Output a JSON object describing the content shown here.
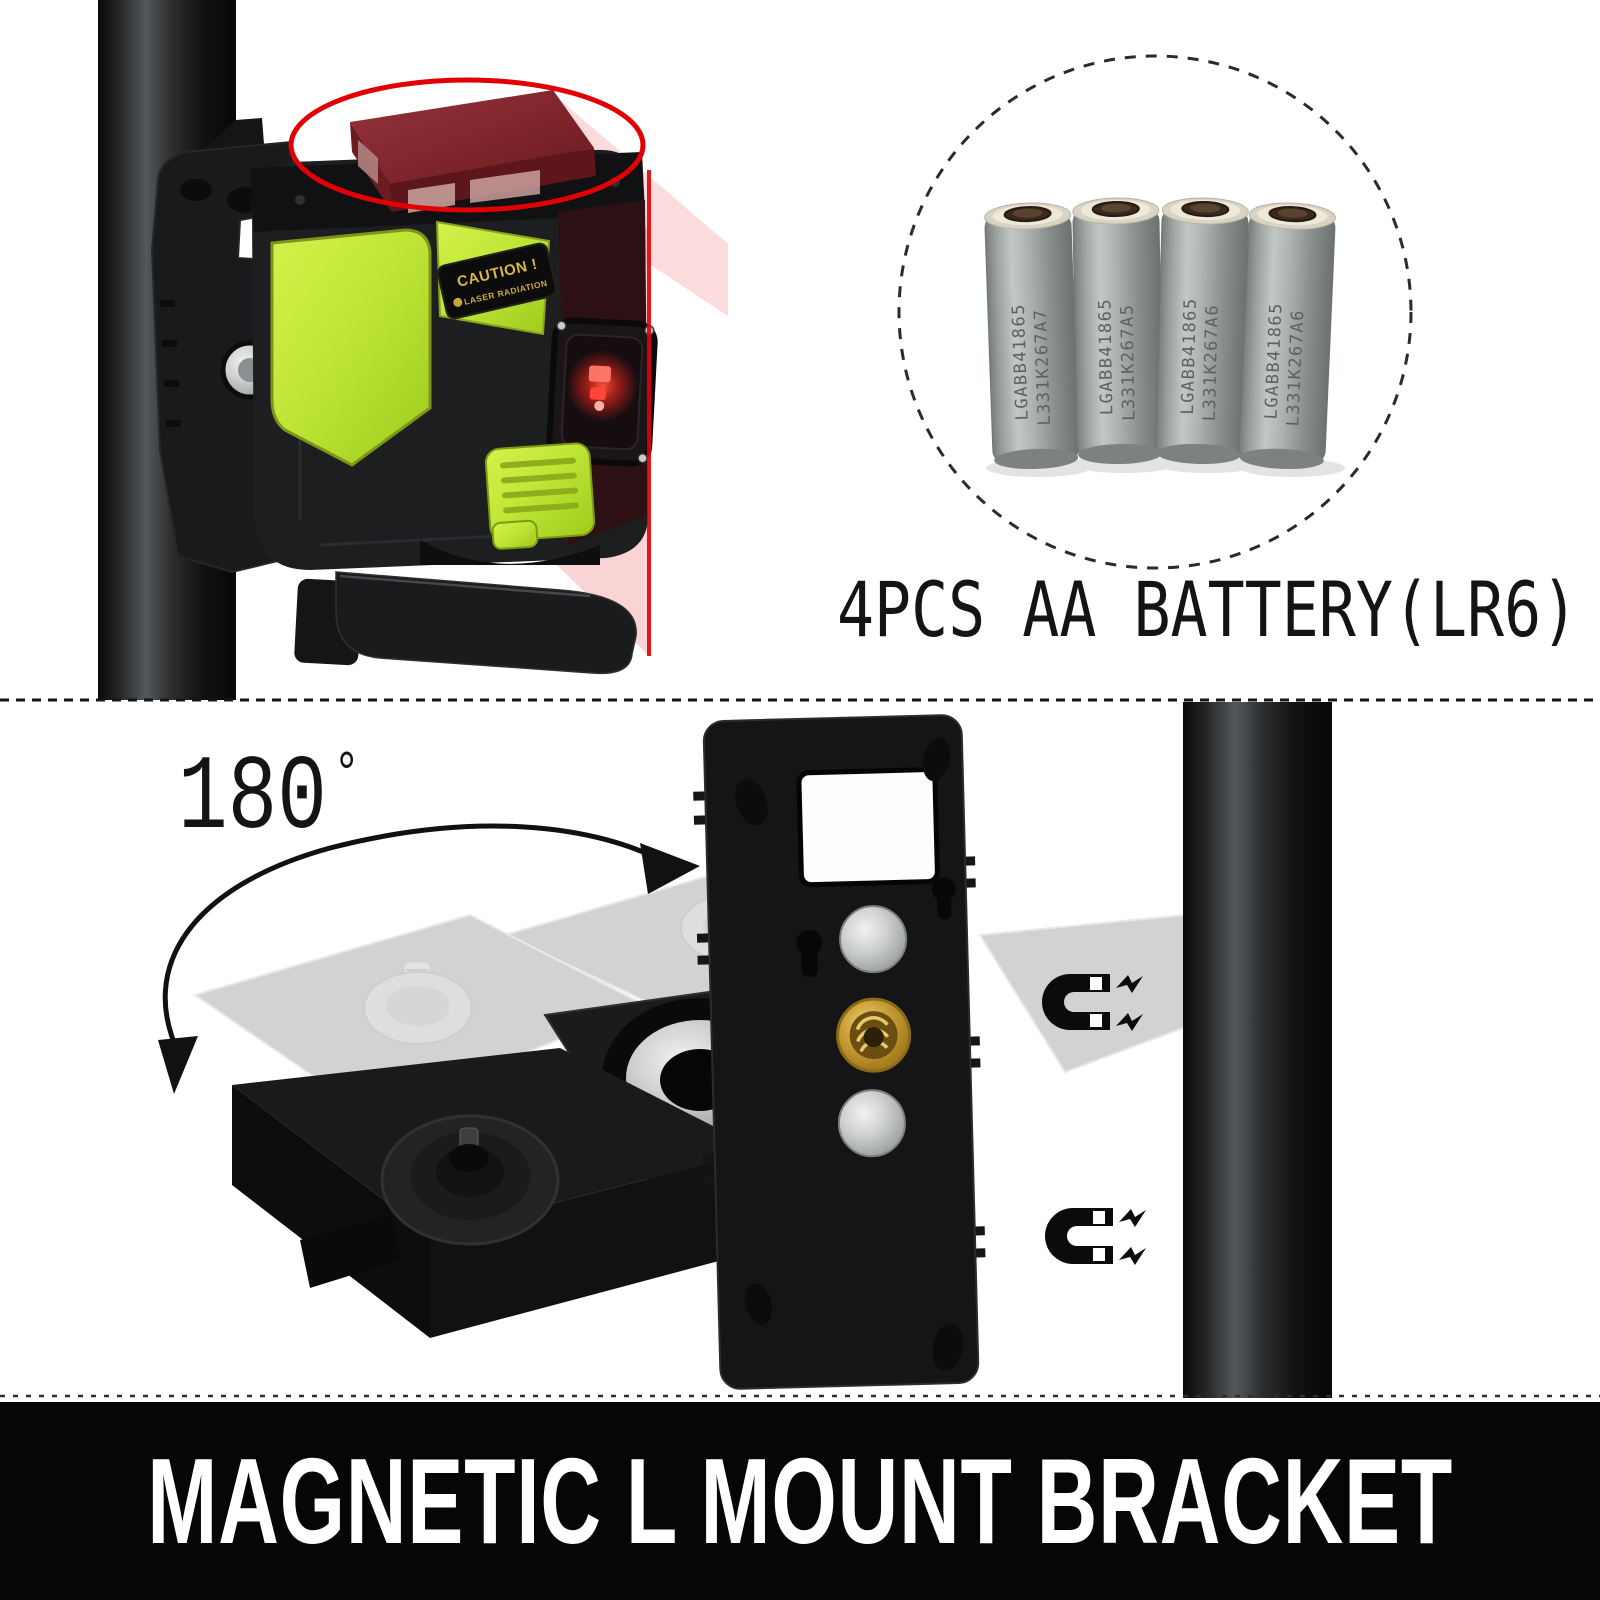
{
  "top_section": {
    "device": {
      "caution_label": {
        "line1": "CAUTION !",
        "line2": "LASER RADIATION"
      }
    },
    "battery_caption": "4PCS AA BATTERY(LR6)",
    "batteries": [
      {
        "code1": "LGABB41865",
        "code2": "L331K267A7"
      },
      {
        "code1": "LGABB41865",
        "code2": "L331K267A5"
      },
      {
        "code1": "LGABB41865",
        "code2": "L331K267A6"
      },
      {
        "code1": "LGABB41865",
        "code2": "L331K267A6"
      }
    ]
  },
  "bottom_section": {
    "rotation_value": "180",
    "degree_symbol": "°"
  },
  "banner": {
    "title": "MAGNETIC L MOUNT BRACKET"
  },
  "icons": {
    "magnet_icon": "horseshoe-magnet-with-field-sparks"
  },
  "colors": {
    "accent_red": "#e30004",
    "device_green": "#bfe636",
    "brass": "#c9a03a",
    "banner_bg": "#060606",
    "banner_text": "#ffffff",
    "battery_gray": "#9aa19f"
  }
}
